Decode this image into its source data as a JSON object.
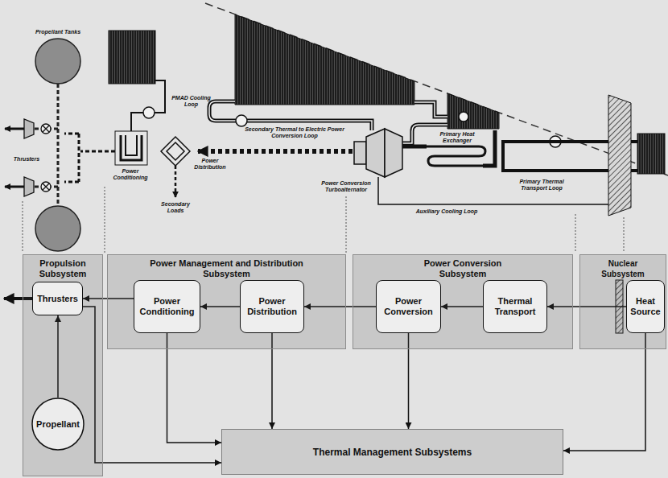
{
  "diagram": {
    "nodes": [
      {
        "text": [
          "Propulsion Subsystem"
        ]
      },
      {
        "text": [
          "Thrusters"
        ],
        "in": 0
      },
      {
        "text": [
          "Propellant"
        ],
        "in": 0
      },
      {
        "text": [
          "Power Management and Distribution Subsystem"
        ]
      },
      {
        "text": [
          "Power Conditioning"
        ],
        "in": 3
      },
      {
        "text": [
          "Power Distribution"
        ],
        "in": 3
      },
      {
        "text": [
          "Power Conversion Subsystem"
        ]
      },
      {
        "text": [
          "Power Conversion"
        ],
        "in": 6
      },
      {
        "text": [
          "Thermal Transport"
        ],
        "in": 6
      },
      {
        "text": [
          "Nuclear Subsystem"
        ]
      },
      {
        "text": [
          "Heat Source"
        ],
        "in": 9
      },
      {
        "text": [
          "Thermal Management Subsystems"
        ]
      }
    ],
    "edges": [
      {
        "from": 10,
        "to": 8,
        "arrow": "to"
      },
      {
        "from": 8,
        "to": 7,
        "arrow": "to"
      },
      {
        "from": 7,
        "to": 5,
        "arrow": "to"
      },
      {
        "from": 5,
        "to": 4,
        "arrow": "to"
      },
      {
        "from": 4,
        "to": 1,
        "arrow": "to"
      },
      {
        "from": 2,
        "to": 1,
        "arrow": "to"
      },
      {
        "from": 1,
        "to": 11,
        "arrow": "to"
      },
      {
        "from": 4,
        "to": 11,
        "arrow": "to"
      },
      {
        "from": 5,
        "to": 11,
        "arrow": "to"
      },
      {
        "from": 7,
        "to": 11,
        "arrow": "to"
      },
      {
        "from": 10,
        "to": 11,
        "arrow": "to"
      }
    ],
    "labels": [
      "Propellant Tanks",
      "Thrusters",
      "PMAD Cooling Loop",
      "Power Conditioning",
      "Power Distribution",
      "Secondary Loads",
      "Secondary Thermal to Electric Power Conversion Loop",
      "Primary Heat Exchanger",
      "Power Conversion Turboalternator",
      "Primary Thermal Transport Loop",
      "Auxiliary Cooling Loop"
    ]
  }
}
